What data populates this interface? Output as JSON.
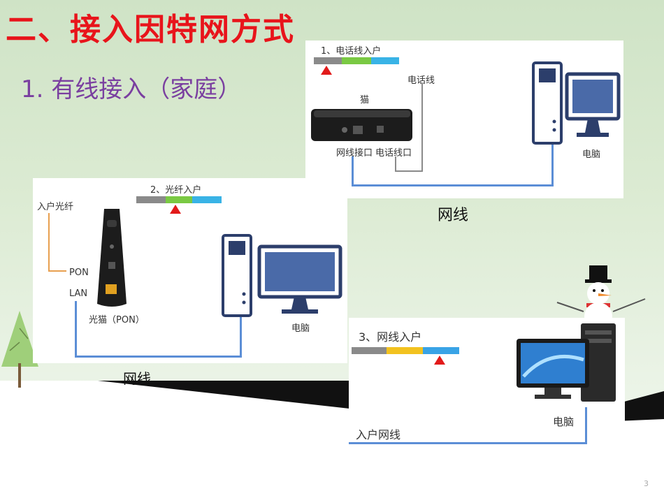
{
  "title": "二、接入因特网方式",
  "subtitle": "1. 有线接入（家庭）",
  "panel1": {
    "heading": "1、电话线入户",
    "modem_label": "猫",
    "phone_line_label": "电话线",
    "net_port_label": "网线接口",
    "phone_port_label": "电话线口",
    "computer_label": "电脑",
    "caption": "网线"
  },
  "panel2": {
    "heading": "2、光纤入户",
    "fiber_label": "入户光纤",
    "pon_label": "PON",
    "lan_label": "LAN",
    "device_label": "光猫（PON）",
    "computer_label": "电脑",
    "caption": "网线"
  },
  "panel3": {
    "heading": "3、网线入户",
    "line_label": "入户网线",
    "computer_label": "电脑"
  },
  "page_number": "3",
  "colors": {
    "title": "#e8141b",
    "subtitle": "#7a3fa0",
    "wire": "#5b8ed6",
    "marker": "#e21a1a"
  }
}
